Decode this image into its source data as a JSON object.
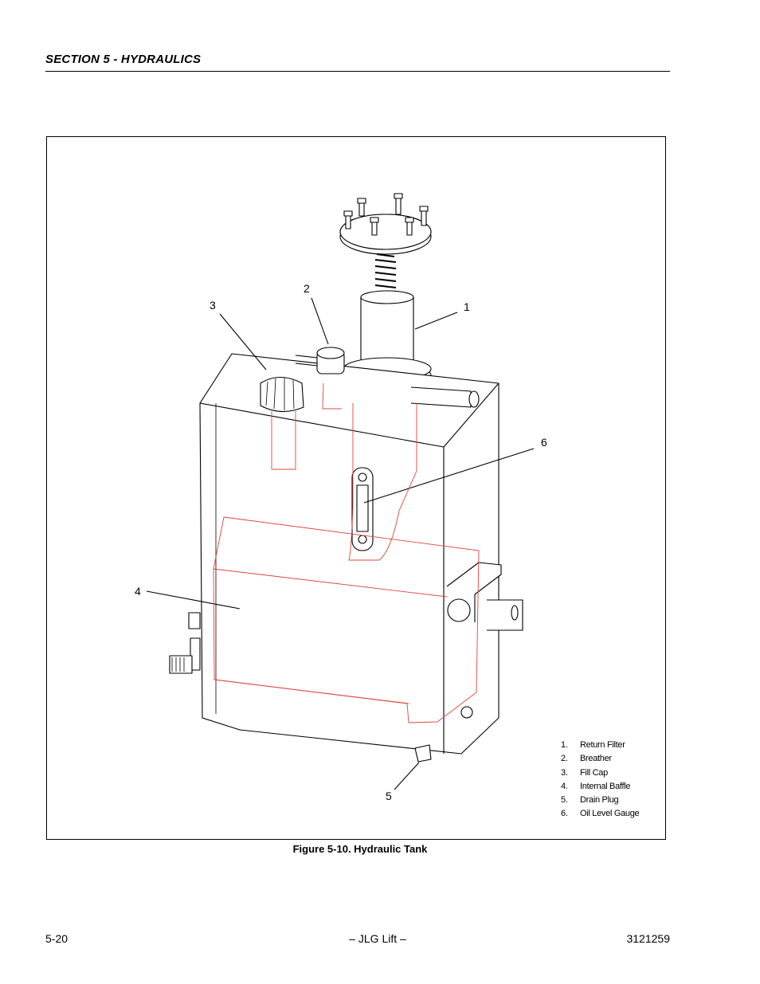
{
  "header": {
    "section_title": "SECTION 5 - HYDRAULICS"
  },
  "figure": {
    "callouts": [
      "1",
      "2",
      "3",
      "4",
      "5",
      "6"
    ],
    "legend": [
      {
        "num": "1.",
        "label": "Return Filter"
      },
      {
        "num": "2.",
        "label": "Breather"
      },
      {
        "num": "3.",
        "label": "Fill Cap"
      },
      {
        "num": "4.",
        "label": "Internal Baffle"
      },
      {
        "num": "5.",
        "label": "Drain Plug"
      },
      {
        "num": "6.",
        "label": "Oil Level Gauge"
      }
    ],
    "caption": "Figure 5-10.  Hydraulic Tank",
    "baffle_color": "#e0453c"
  },
  "footer": {
    "page_number": "5-20",
    "center": "– JLG Lift –",
    "doc_number": "3121259"
  }
}
